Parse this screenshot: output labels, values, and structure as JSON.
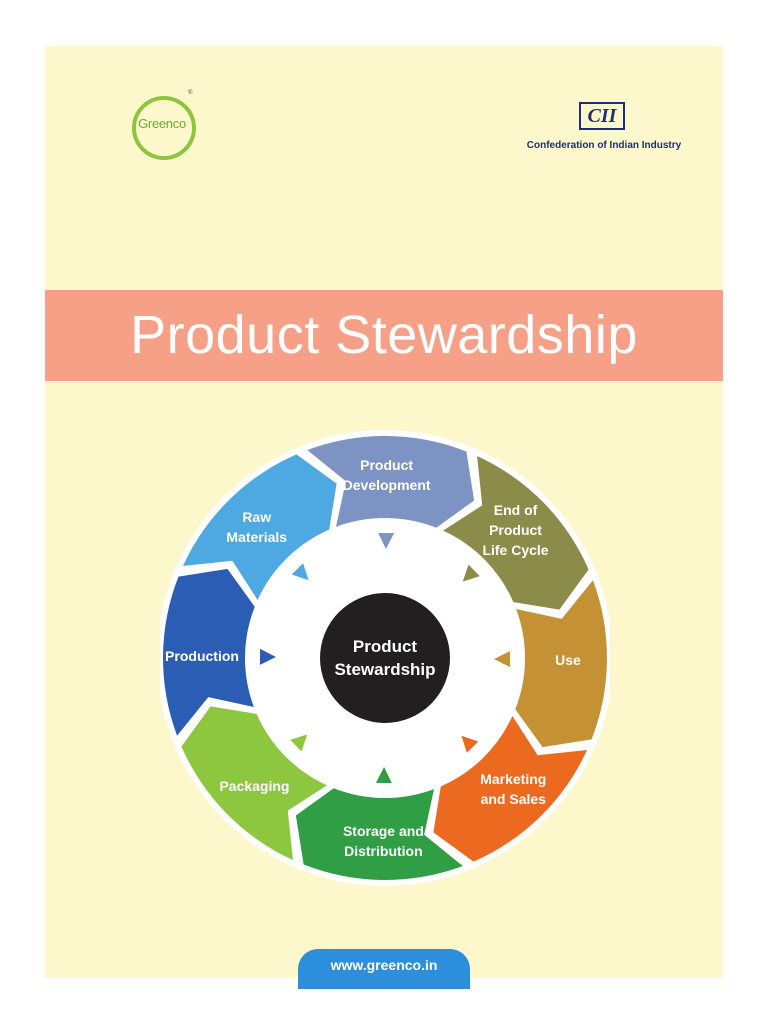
{
  "logos": {
    "greenco": {
      "text": "Greenco",
      "reg_mark": "®"
    },
    "cii": {
      "mark": "CII",
      "name": "Confederation of Indian Industry"
    }
  },
  "banner": {
    "title": "Product Stewardship"
  },
  "cycle": {
    "center": "Product\nStewardship",
    "segments": [
      {
        "label": "Product\nDevelopment",
        "color": "#7d93c4"
      },
      {
        "label": "End of Product\nLife Cycle",
        "color": "#8c8c4a"
      },
      {
        "label": "Use",
        "color": "#c49235"
      },
      {
        "label": "Marketing\nand Sales",
        "color": "#ec6a1f"
      },
      {
        "label": "Storage and\nDistribution",
        "color": "#2f9e45"
      },
      {
        "label": "Packaging",
        "color": "#8dc63f"
      },
      {
        "label": "Production",
        "color": "#2c5db4"
      },
      {
        "label": "Raw\nMaterials",
        "color": "#4ea8e1"
      }
    ]
  },
  "footer": {
    "url": "www.greenco.in"
  }
}
